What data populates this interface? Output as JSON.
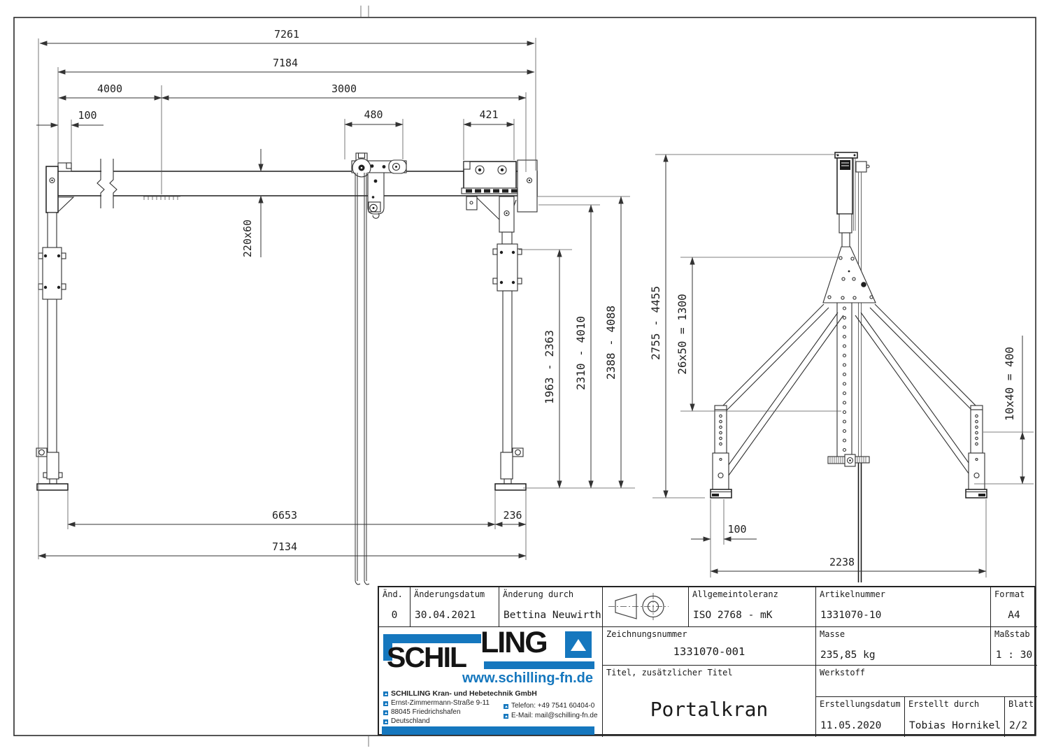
{
  "page": {
    "background": "#ffffff",
    "line_color": "#2b2b2b",
    "accent_blue": "#1577be"
  },
  "front_view": {
    "dims": {
      "total_width_top": "7261",
      "beam_width": "7184",
      "span_left": "4000",
      "span_right": "3000",
      "offset_left": "100",
      "trolley_width": "480",
      "end_carriage_width": "421",
      "beam_section": "220x60",
      "hook_range": "1963 - 2363",
      "clear_height": "2310 - 4010",
      "underside_height": "2388 - 4088",
      "inner_span": "6653",
      "foot_width": "236",
      "base_width": "7134"
    }
  },
  "side_view": {
    "dims": {
      "height_range": "2755 - 4455",
      "mast_hole_pattern": "26x50 = 1300",
      "leg_hole_pattern": "10x40 = 400",
      "foot_offset": "100",
      "base_depth": "2238"
    }
  },
  "title_block": {
    "labels": {
      "and": "Änd.",
      "change_date": "Änderungsdatum",
      "changed_by": "Änderung durch",
      "tolerance": "Allgemeintoleranz",
      "article_no": "Artikelnummer",
      "format": "Format",
      "drawing_no": "Zeichnungsnummer",
      "mass": "Masse",
      "scale": "Maßstab",
      "title": "Titel, zusätzlicher Titel",
      "material": "Werkstoff",
      "created_date": "Erstellungsdatum",
      "created_by": "Erstellt durch",
      "sheet": "Blatt"
    },
    "values": {
      "and": "0",
      "change_date": "30.04.2021",
      "changed_by": "Bettina Neuwirth",
      "tolerance": "ISO 2768 - mK",
      "article_no": "1331070-10",
      "format": "A4",
      "drawing_no": "1331070-001",
      "mass": "235,85 kg",
      "scale": "1 : 30",
      "title": "Portalkran",
      "material": "",
      "created_date": "11.05.2020",
      "created_by": "Tobias Hornikel",
      "sheet": "2/2"
    }
  },
  "logo": {
    "wordmark_left": "SCHIL",
    "wordmark_right": "LING",
    "website": "www.schilling-fn.de",
    "company": "SCHILLING Kran- und Hebetechnik GmbH",
    "address_line1": "Ernst-Zimmermann-Straße 9-11",
    "address_line2": "88045 Friedrichshafen",
    "address_line3": "Deutschland",
    "phone": "Telefon: +49 7541 60404-0",
    "email": "E-Mail: mail@schilling-fn.de"
  }
}
